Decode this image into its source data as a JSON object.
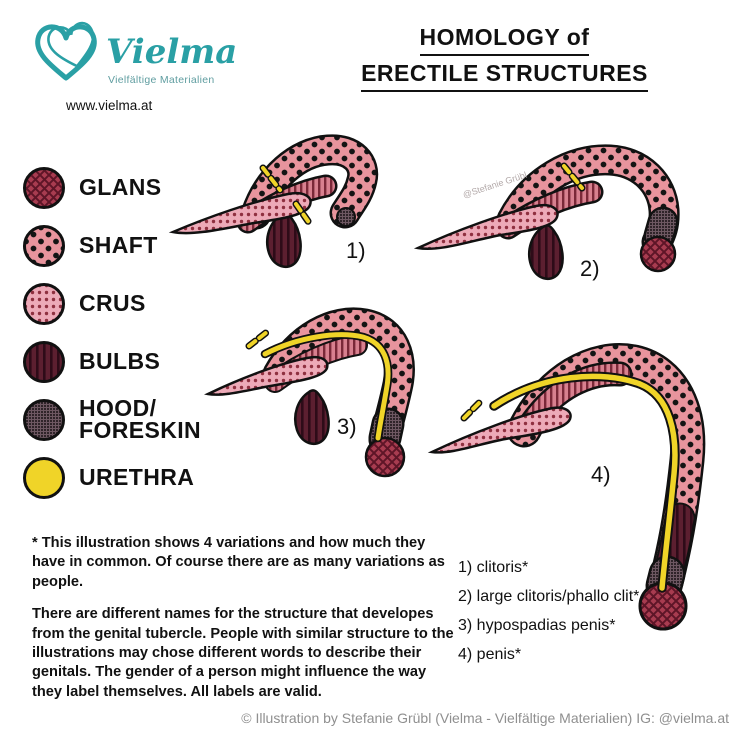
{
  "brand": {
    "name": "Vielma",
    "tagline": "Vielfältige Materialien",
    "website": "www.vielma.at"
  },
  "title": {
    "line1": "HOMOLOGY of",
    "line2": "ERECTILE STRUCTURES"
  },
  "legend": {
    "items": [
      {
        "label": "GLANS",
        "pattern": "glans"
      },
      {
        "label": "SHAFT",
        "pattern": "shaft"
      },
      {
        "label": "CRUS",
        "pattern": "crus"
      },
      {
        "label": "BULBS",
        "pattern": "bulbs"
      },
      {
        "label": "HOOD/\nFORESKIN",
        "pattern": "hood"
      },
      {
        "label": "URETHRA",
        "pattern": "urethra"
      }
    ]
  },
  "figures": [
    {
      "number": "1)"
    },
    {
      "number": "2)"
    },
    {
      "number": "3)"
    },
    {
      "number": "4)"
    }
  ],
  "watermark": "@Stefanie Grübl",
  "notes": {
    "p1": "* This illustration shows 4 variations and how much they have in common. Of course there are as many variations as people.",
    "p2": "There are different names for the structure that developes from the genital tubercle. People with similar structure to the illustrations may chose different words to describe their genitals. The gender of a person might influence the way they label themselves. All labels are valid."
  },
  "variation_list": {
    "items": [
      "1) clitoris*",
      "2) large clitoris/phallo clit*",
      "3) hypospadias penis*",
      "4) penis*"
    ]
  },
  "footer": {
    "credit": "© Illustration by Stefanie Grübl (Vielma - Vielfältige Materialien) IG: @vielma.at"
  },
  "colors": {
    "teal": "#2aa0a5",
    "shaft_pink": "#e8949d",
    "crus_pink": "#edaab8",
    "bulb_maroon": "#5c1f30",
    "glans_red": "#a83c50",
    "hood_dark": "#2f2429",
    "urethra_yellow": "#f0d428"
  }
}
